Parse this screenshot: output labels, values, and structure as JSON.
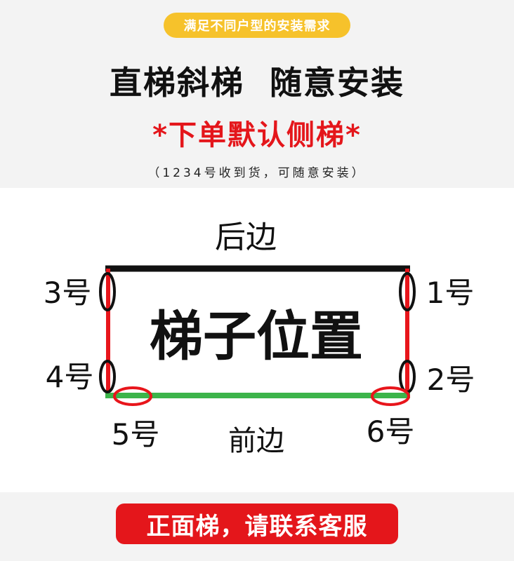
{
  "header": {
    "badge": "满足不同户型的安装需求",
    "headline": "直梯斜梯  随意安装",
    "default_note": "*下单默认侧梯*",
    "sub_note": "（1234号收到货，可随意安装）"
  },
  "diagram": {
    "back_label": "后边",
    "front_label": "前边",
    "center_label": "梯子位置",
    "positions": {
      "p1": "1号",
      "p2": "2号",
      "p3": "3号",
      "p4": "4号",
      "p5": "5号",
      "p6": "6号"
    }
  },
  "cta": {
    "label": "正面梯，请联系客服"
  },
  "colors": {
    "accent_yellow": "#f6c22b",
    "accent_red": "#e4161b",
    "side_red": "#e8151b",
    "front_green": "#3cb44a",
    "back_black": "#111111"
  }
}
